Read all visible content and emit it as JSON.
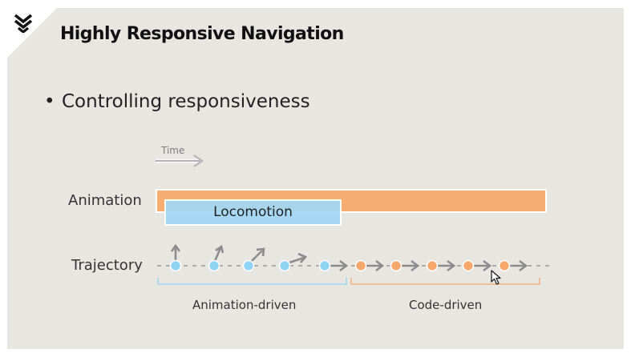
{
  "slide": {
    "title": "Highly Responsive Navigation",
    "bullet": "Controlling responsiveness"
  },
  "diagram": {
    "time_label": "Time",
    "rows": {
      "animation_label": "Animation",
      "trajectory_label": "Trajectory"
    },
    "bars": {
      "locomotion_label": "Locomotion"
    },
    "brackets": {
      "animation_driven": "Animation-driven",
      "code_driven": "Code-driven"
    }
  },
  "colors": {
    "background": "#e8e6e1",
    "animation_bar": "#f7ac72",
    "locomotion_bar": "#9fd6f5",
    "blue_point": "#8fd3f5",
    "orange_point": "#f7a86a",
    "arrow": "#8c8c8c"
  },
  "icons": {
    "logo": "chevron-stack-logo-icon",
    "cursor": "mouse-pointer-icon"
  }
}
